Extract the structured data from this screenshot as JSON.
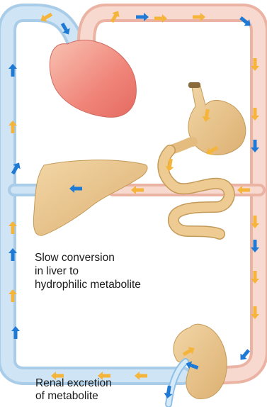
{
  "labels": {
    "liver_conversion": [
      "Slow conversion",
      "in liver to",
      "hydrophilic metabolite"
    ],
    "renal_excretion": [
      "Renal excretion",
      "of metabolite"
    ]
  },
  "organs": [
    "heart",
    "liver",
    "stomach",
    "intestine",
    "kidney"
  ],
  "icons": {
    "orange_arrow": "drug-flow-arrow-icon",
    "blue_arrow": "blood-flow-arrow-icon"
  },
  "colors": {
    "venous_vessel": "#bcd8ee",
    "arterial_vessel": "#f4cfc2",
    "drug_arrow": "#f5b43a",
    "blood_arrow": "#1f7ad6",
    "organ_tan": "#e8c48a",
    "heart": "#f08a80"
  }
}
